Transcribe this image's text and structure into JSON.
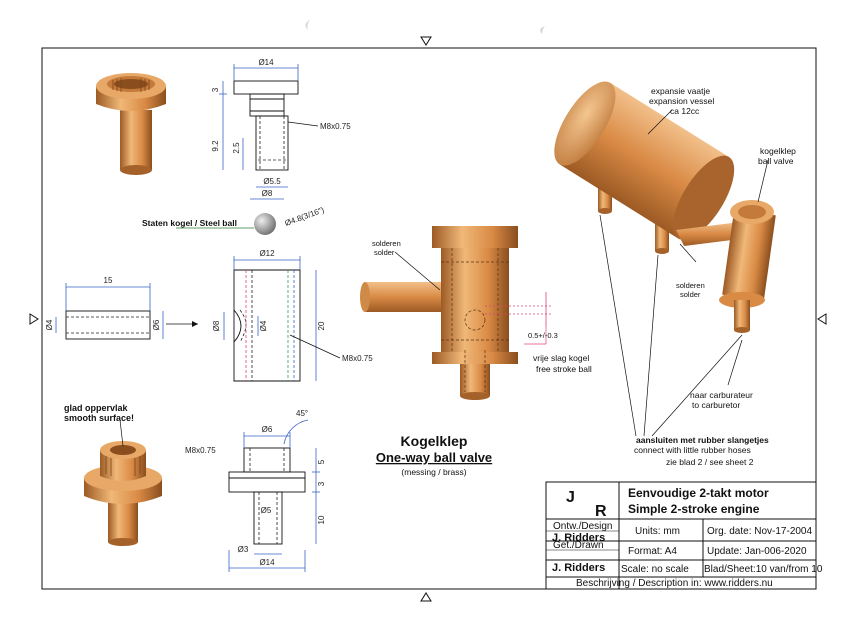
{
  "labels": {
    "steel_ball": "Staten kogel / Steel ball",
    "ball_dim": "Ø4.8(3/16\")",
    "solder1_nl": "solderen",
    "solder1_en": "solder",
    "solder2_nl": "solderen",
    "solder2_en": "solder",
    "expansion_nl": "expansie vaatje",
    "expansion_en": "expansion vessel",
    "expansion_cc": "ca 12cc",
    "ballvalve_nl": "kogelklep",
    "ballvalve_en": "ball valve",
    "stroke_nl": "vrije slag kogel",
    "stroke_en": "free stroke ball",
    "stroke_dim": "0.5+/-0.3",
    "carb_nl": "naar carburateur",
    "carb_en": "to carburetor",
    "hose_nl": "aansluiten met rubber slangetjes",
    "hose_en": "connect with little rubber hoses",
    "sheet_ref": "zie blad 2 / see sheet 2",
    "smooth_nl": "glad oppervlak",
    "smooth_en": "smooth surface!",
    "main_title_nl": "Kogelklep",
    "main_title_en": "One-way ball valve",
    "main_title_mat": "(messing / brass)"
  },
  "dims": {
    "top_d14": "Ø14",
    "top_3": "3",
    "top_m8": "M8x0.75",
    "top_92": "9.2",
    "top_25": "2.5",
    "top_d55": "Ø5.5",
    "top_d8": "Ø8",
    "mid_15": "15",
    "mid_d4": "Ø4",
    "mid_d6": "Ø6",
    "mid_d12": "Ø12",
    "mid_20": "20",
    "mid_d8b": "Ø8",
    "mid_d4b": "Ø4",
    "mid_m8": "M8x0.75",
    "bot_45": "45°",
    "bot_d6": "Ø6",
    "bot_m8": "M8x0.75",
    "bot_5": "5",
    "bot_3": "3",
    "bot_10": "10",
    "bot_d5": "Ø5",
    "bot_d3": "Ø3",
    "bot_d14": "Ø14"
  },
  "title_block": {
    "logo_j": "J",
    "logo_r": "R",
    "title_nl": "Eenvoudige 2-takt motor",
    "title_en": "Simple 2-stroke engine",
    "design_label": "Ontw./Design",
    "design_name": "J. Ridders",
    "units": "Units: mm",
    "org_date": "Org. date: Nov-17-2004",
    "drawn_label": "Get./Drawn",
    "format": "Format: A4",
    "update": "Update: Jan-006-2020",
    "drawn_name": "J. Ridders",
    "scale": "Scale: no scale",
    "sheet": "Blad/Sheet:10 van/from 10",
    "description": "Beschrijving / Description in: www.ridders.nu"
  },
  "colors": {
    "brass_light": "#f0b878",
    "brass_mid": "#d98a45",
    "brass_dark": "#9c5a24",
    "dimension_blue": "#3a63c8",
    "annotation_magenta": "#e0457a",
    "steel_ball": "#9a9a9a"
  }
}
